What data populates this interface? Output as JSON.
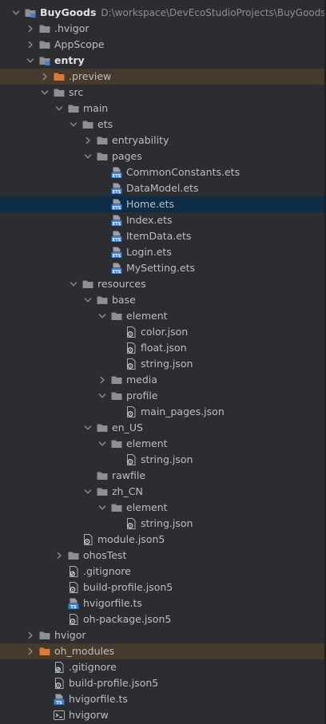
{
  "project_tree": {
    "root": {
      "label": "BuyGoods",
      "path": "D:\\workspace\\DevEcoStudioProjects\\BuyGoods"
    },
    "items": [
      {
        "label": ".hvigor",
        "icon": "folder-icon"
      },
      {
        "label": "AppScope",
        "icon": "folder-icon"
      },
      {
        "label": "entry",
        "icon": "module-folder-icon"
      },
      {
        "label": ".preview",
        "icon": "excluded-folder-icon"
      },
      {
        "label": "src",
        "icon": "folder-icon"
      },
      {
        "label": "main",
        "icon": "folder-icon"
      },
      {
        "label": "ets",
        "icon": "folder-icon"
      },
      {
        "label": "entryability",
        "icon": "folder-icon"
      },
      {
        "label": "pages",
        "icon": "folder-icon"
      },
      {
        "label": "CommonConstants.ets",
        "icon": "ets-file-icon"
      },
      {
        "label": "DataModel.ets",
        "icon": "ets-file-icon"
      },
      {
        "label": "Home.ets",
        "icon": "ets-file-icon"
      },
      {
        "label": "Index.ets",
        "icon": "ets-file-icon"
      },
      {
        "label": "ItemData.ets",
        "icon": "ets-file-icon"
      },
      {
        "label": "Login.ets",
        "icon": "ets-file-icon"
      },
      {
        "label": "MySetting.ets",
        "icon": "ets-file-icon"
      },
      {
        "label": "resources",
        "icon": "folder-icon"
      },
      {
        "label": "base",
        "icon": "folder-icon"
      },
      {
        "label": "element",
        "icon": "folder-icon"
      },
      {
        "label": "color.json",
        "icon": "json-file-icon"
      },
      {
        "label": "float.json",
        "icon": "json-file-icon"
      },
      {
        "label": "string.json",
        "icon": "json-file-icon"
      },
      {
        "label": "media",
        "icon": "folder-icon"
      },
      {
        "label": "profile",
        "icon": "folder-icon"
      },
      {
        "label": "main_pages.json",
        "icon": "json-file-icon"
      },
      {
        "label": "en_US",
        "icon": "folder-icon"
      },
      {
        "label": "element",
        "icon": "folder-icon"
      },
      {
        "label": "string.json",
        "icon": "json-file-icon"
      },
      {
        "label": "rawfile",
        "icon": "folder-icon"
      },
      {
        "label": "zh_CN",
        "icon": "folder-icon"
      },
      {
        "label": "element",
        "icon": "folder-icon"
      },
      {
        "label": "string.json",
        "icon": "json-file-icon"
      },
      {
        "label": "module.json5",
        "icon": "json-file-icon"
      },
      {
        "label": "ohosTest",
        "icon": "folder-icon"
      },
      {
        "label": ".gitignore",
        "icon": "gitignore-file-icon"
      },
      {
        "label": "build-profile.json5",
        "icon": "json-file-icon"
      },
      {
        "label": "hvigorfile.ts",
        "icon": "ts-file-icon"
      },
      {
        "label": "oh-package.json5",
        "icon": "json-file-icon"
      },
      {
        "label": "hvigor",
        "icon": "folder-icon"
      },
      {
        "label": "oh_modules",
        "icon": "excluded-folder-icon"
      },
      {
        "label": ".gitignore",
        "icon": "gitignore-file-icon"
      },
      {
        "label": "build-profile.json5",
        "icon": "json-file-icon"
      },
      {
        "label": "hvigorfile.ts",
        "icon": "ts-file-icon"
      },
      {
        "label": "hvigorw",
        "icon": "script-file-icon"
      }
    ]
  },
  "colors": {
    "background": "#2b2d30",
    "selected_row": "#0d2c45",
    "excluded_row": "#463a2d",
    "folder": "#8c8f94",
    "excluded_folder": "#d97a3a",
    "ts_badge": "#3d7fd6",
    "text": "#bcbec4"
  }
}
